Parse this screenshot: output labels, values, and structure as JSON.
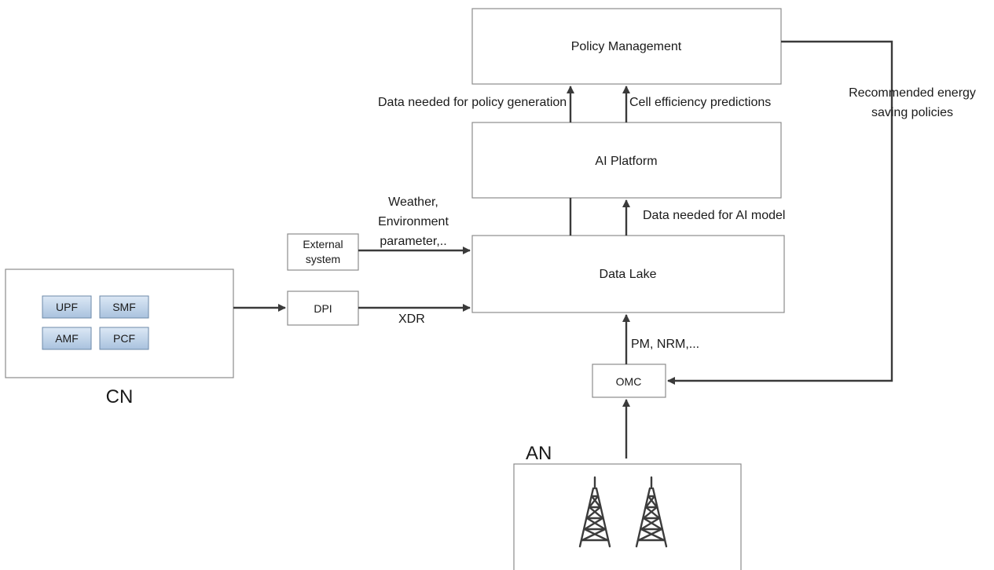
{
  "boxes": {
    "policy_management": "Policy Management",
    "ai_platform": "AI Platform",
    "data_lake": "Data Lake",
    "external_system_line1": "External",
    "external_system_line2": "system",
    "dpi": "DPI",
    "omc": "OMC"
  },
  "network_functions": [
    "UPF",
    "SMF",
    "AMF",
    "PCF"
  ],
  "region_labels": {
    "cn": "CN",
    "an": "AN"
  },
  "flow_labels": {
    "data_for_policy": "Data needed for policy generation",
    "cell_efficiency": "Cell efficiency predictions",
    "recommended_line1": "Recommended energy",
    "recommended_line2": "saving policies",
    "weather_line1": "Weather,",
    "weather_line2": "Environment",
    "weather_line3": "parameter,..",
    "data_for_ai": "Data needed for AI model",
    "xdr": "XDR",
    "pm_nrm": "PM, NRM,..."
  },
  "icons": [
    "cell-tower-icon",
    "cell-tower-icon"
  ],
  "colors": {
    "nf_fill_top": "#dce8f5",
    "nf_fill_bottom": "#a9c2de",
    "line": "#3a3a3a",
    "border": "#8c8c8c"
  }
}
